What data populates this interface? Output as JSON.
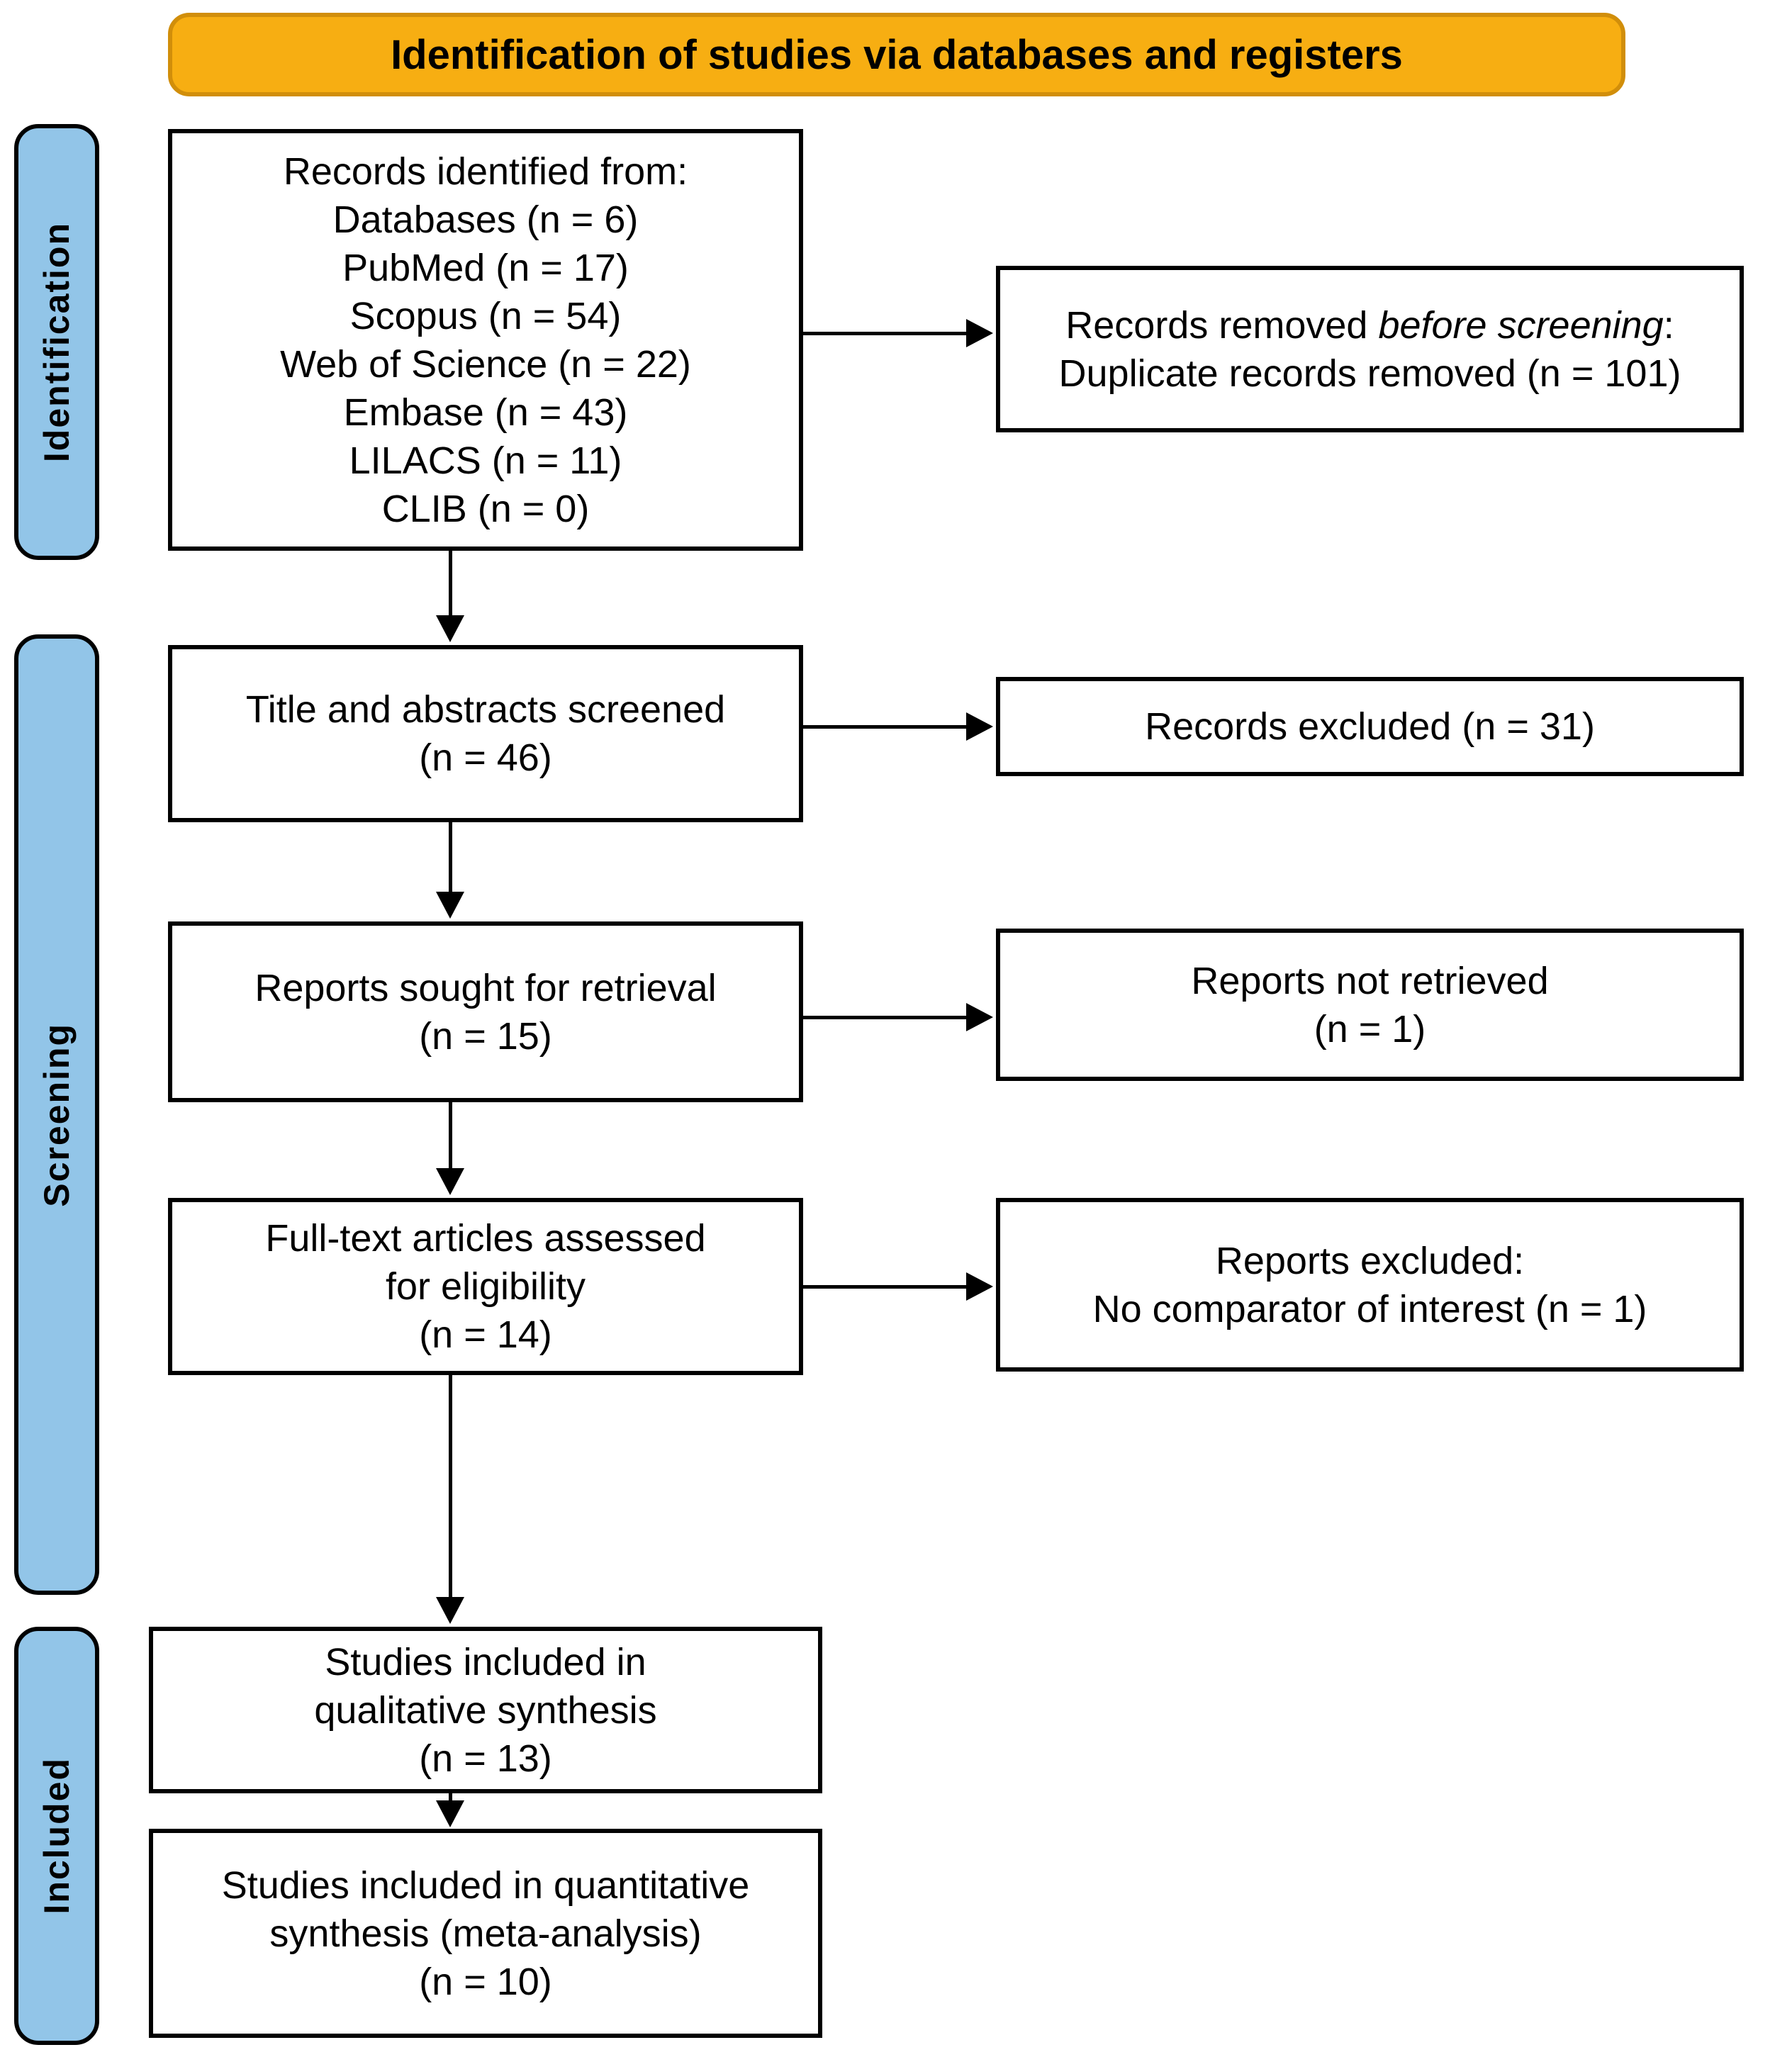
{
  "colors": {
    "banner_fill": "#F7AE12",
    "banner_border": "#D18E0A",
    "sidebar_fill": "#92C5E8",
    "box_border": "#000000",
    "box_fill": "#FFFFFF",
    "arrow_color": "#000000"
  },
  "banner": {
    "label": "Identification of studies via databases and registers"
  },
  "sidebar": {
    "identification": "Identification",
    "screening": "Screening",
    "included": "Included"
  },
  "flow": {
    "records_identified": {
      "lines": [
        "Records identified from:",
        "Databases (n = 6)",
        "PubMed (n = 17)",
        "Scopus (n = 54)",
        "Web of Science (n = 22)",
        "Embase (n = 43)",
        "LILACS (n = 11)",
        "CLIB (n = 0)"
      ]
    },
    "records_removed": {
      "line1_pre": "Records removed ",
      "line1_italic": "before screening",
      "line1_post": ":",
      "line2": "Duplicate records removed (n = 101)"
    },
    "title_abstracts_screened": {
      "lines": [
        "Title and abstracts screened",
        "(n = 46)"
      ]
    },
    "records_excluded": {
      "lines": [
        "Records excluded (n = 31)"
      ]
    },
    "reports_sought": {
      "lines": [
        "Reports sought for retrieval",
        "(n = 15)"
      ]
    },
    "reports_not_retrieved": {
      "lines": [
        "Reports not retrieved",
        "(n = 1)"
      ]
    },
    "fulltext_assessed": {
      "lines": [
        "Full-text articles assessed",
        "for eligibility",
        "(n = 14)"
      ]
    },
    "reports_excluded": {
      "lines": [
        "Reports excluded:",
        "No comparator of interest (n = 1)"
      ]
    },
    "qualitative_included": {
      "lines": [
        "Studies included in",
        "qualitative synthesis",
        "(n = 13)"
      ]
    },
    "quantitative_included": {
      "lines": [
        "Studies included in quantitative",
        "synthesis (meta-analysis)",
        "(n = 10)"
      ]
    }
  }
}
